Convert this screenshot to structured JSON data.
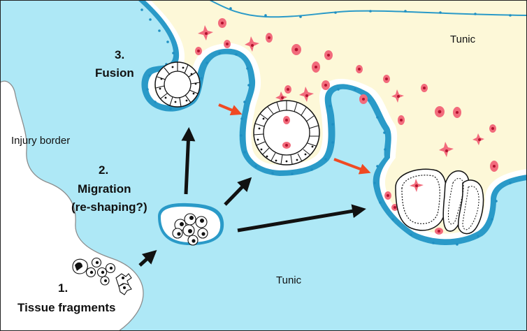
{
  "labels": {
    "tunic_top": "Tunic",
    "tunic_bottom": "Tunic",
    "injury_border": "Injury border",
    "step1_number": "1.",
    "step1_label": "Tissue fragments",
    "step2_number": "2.",
    "step2_label_line1": "Migration",
    "step2_label_line2": "(re-shaping?)",
    "step3_number": "3.",
    "step3_label": "Fusion"
  },
  "colors": {
    "tunic_fill": "#aee8f6",
    "lumen_fill": "#fdf8d8",
    "epithelium_line": "#2a9ac8",
    "epithelium_nucleus": "#1f8fc2",
    "tunic_cell": "#f26b7c",
    "tunic_cell_nucleus": "#b3122e",
    "injury_fill": "#ffffff",
    "outline": "#111111",
    "black_arrow": "#111111",
    "red_arrow": "#f04a23"
  },
  "icons": {
    "black_arrow": "arrow-icon",
    "red_arrow": "arrow-icon",
    "tunic_cell": "tunic-cell-icon",
    "fragment_cell": "cell-icon"
  }
}
